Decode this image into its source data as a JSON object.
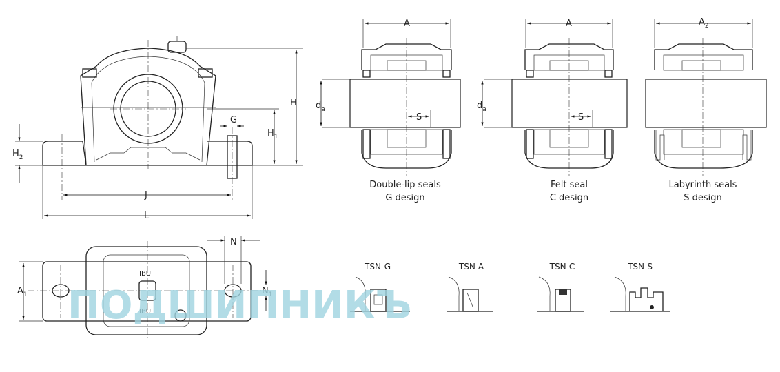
{
  "front_view": {
    "label_H": "H",
    "label_H1": "H",
    "label_H1_sub": "1",
    "label_H2": "H",
    "label_H2_sub": "2",
    "label_G": "G",
    "label_J": "J",
    "label_L": "L"
  },
  "top_view": {
    "label_A1": "A",
    "label_A1_sub": "1",
    "label_N": "N",
    "label_N1": "N",
    "label_N1_sub": "1",
    "cast_text": "IBU"
  },
  "sections": [
    {
      "width_label": "A",
      "width_sub": "",
      "bore_label": "d",
      "bore_sub": "a",
      "offset_label": "S",
      "caption_line1": "Double-lip seals",
      "caption_line2": "G  design"
    },
    {
      "width_label": "A",
      "width_sub": "",
      "bore_label": "d",
      "bore_sub": "a",
      "offset_label": "S",
      "caption_line1": "Felt  seal",
      "caption_line2": "C design"
    },
    {
      "width_label": "A",
      "width_sub": "2",
      "bore_label": "",
      "bore_sub": "",
      "offset_label": "",
      "caption_line1": "Labyrinth seals",
      "caption_line2": "S  design"
    }
  ],
  "seal_types": [
    {
      "label": "TSN-G"
    },
    {
      "label": "TSN-A"
    },
    {
      "label": "TSN-C"
    },
    {
      "label": "TSN-S"
    }
  ],
  "watermark": {
    "text": "ПОДШИПНИКЪ",
    "color": "#9fd4e0"
  }
}
